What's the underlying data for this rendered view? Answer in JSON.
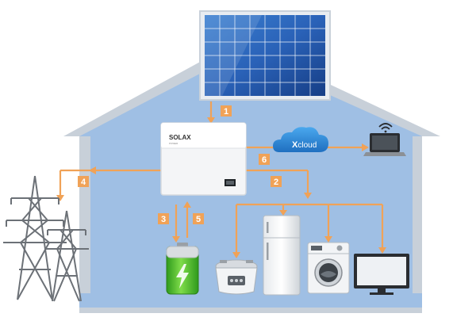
{
  "colors": {
    "house_outline": "#c8d0d9",
    "house_fill": "#9fbfe4",
    "flow_line": "#f0a257",
    "step_badge": "#f0a257",
    "cloud": "#2f8fd8",
    "battery_green": "#4cbf2e"
  },
  "inverter": {
    "brand": "SOLAX",
    "sub": "POWER"
  },
  "cloud": {
    "label_x": "X",
    "label_rest": "cloud"
  },
  "steps": [
    "1",
    "2",
    "3",
    "4",
    "5",
    "6"
  ],
  "icons": {
    "solar_panel": "solar-panel-icon",
    "inverter": "inverter-icon",
    "cloud": "cloud-icon",
    "laptop": "laptop-icon",
    "wifi": "wifi-icon",
    "grid": "power-tower-icon",
    "battery": "battery-icon",
    "cooker": "rice-cooker-icon",
    "fridge": "refrigerator-icon",
    "washer": "washing-machine-icon",
    "tv": "tv-monitor-icon"
  }
}
